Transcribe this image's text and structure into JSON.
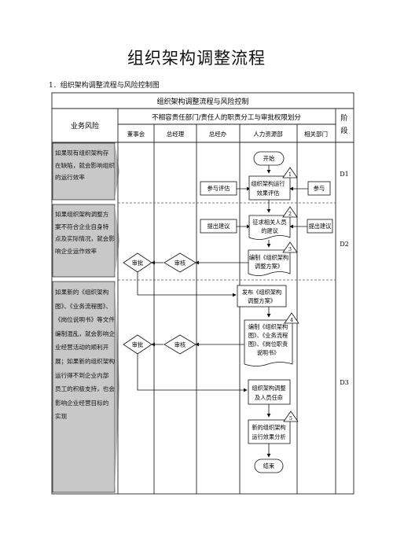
{
  "document": {
    "title": "组织架构调整流程",
    "subtitle": "1．组织架构调整流程与风险控制图"
  },
  "table": {
    "main_header": "组织架构调整流程与风险控制",
    "risk_header": "业务风险",
    "responsibility_header": "不相容责任部门/责任人的职责分工与审批权限划分",
    "stage_header": "阶段",
    "columns": [
      "董事会",
      "总经理",
      "总经办",
      "人力资源部",
      "相关部门"
    ]
  },
  "risks": [
    [
      "如果现有组织架构存",
      "在缺陷，就会影响组织",
      "的运行效率"
    ],
    [
      "如果组织架构调整方",
      "案不符合企业自身特",
      "点及实际情况，就会影",
      "响企业运作效率"
    ],
    [
      "如果新的《组织架构",
      "图》、《业务流程图》、",
      "《岗位说明书》等文件",
      "编制混乱，就会影响企",
      "业经营活动的顺利开",
      "展；如果新的组织架构",
      "运行得不到企业内部",
      "员工的积极支持，也会",
      "影响企业经营目标的",
      "实现"
    ]
  ],
  "stages": [
    "D1",
    "D2",
    "D3"
  ],
  "nodes": {
    "start": "开始",
    "n1": [
      "组织架构运行",
      "效果评估"
    ],
    "participate_left": "参与评估",
    "participate_right": "参与",
    "n2": [
      "征求相关人员",
      "的建议"
    ],
    "suggest_left": "提出建议",
    "suggest_right": "提出建议",
    "n3": [
      "编制《组织架构",
      "调整方案》"
    ],
    "review1": "审核",
    "approve1": "审批",
    "publish": [
      "发布《组织架构",
      "调整方案》"
    ],
    "n4": [
      "编制《组织架构",
      "图》、《业务流程",
      "图》、《岗位职责",
      "说明书》"
    ],
    "review2": "审核",
    "approve2": "审批",
    "adjust": [
      "组织架构调整",
      "及人员任命"
    ],
    "n5": [
      "新的组织架构",
      "运行效果分析"
    ],
    "end": "结束"
  },
  "markers": [
    "1",
    "2",
    "3",
    "4",
    "5"
  ]
}
